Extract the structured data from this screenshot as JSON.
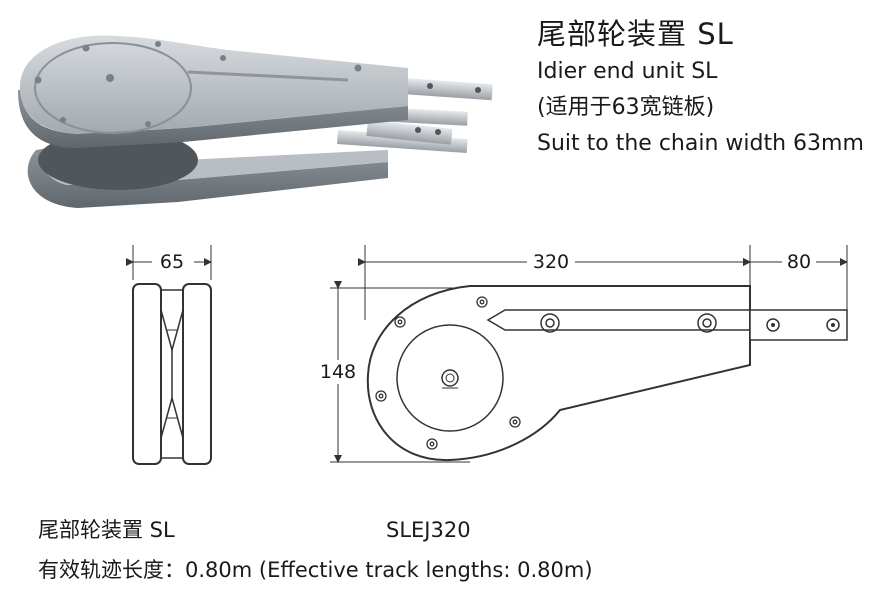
{
  "title": {
    "zh": "尾部轮装置 SL",
    "en": "Idier end unit SL",
    "zh_note": "(适用于63宽链板)",
    "suit": "Suit to the chain width 63mm"
  },
  "dimensions": {
    "width": "65",
    "length": "320",
    "extension": "80",
    "height": "148"
  },
  "footer": {
    "model_name": "尾部轮装置  SL",
    "model_code": "SLEJ320",
    "track_length": "有效轨迹长度：0.80m (Effective track lengths: 0.80m)"
  },
  "colors": {
    "aluminum": "#a7adb3",
    "aluminum_light": "#d4d8dc",
    "aluminum_dark": "#6d747b",
    "line": "#333333"
  }
}
